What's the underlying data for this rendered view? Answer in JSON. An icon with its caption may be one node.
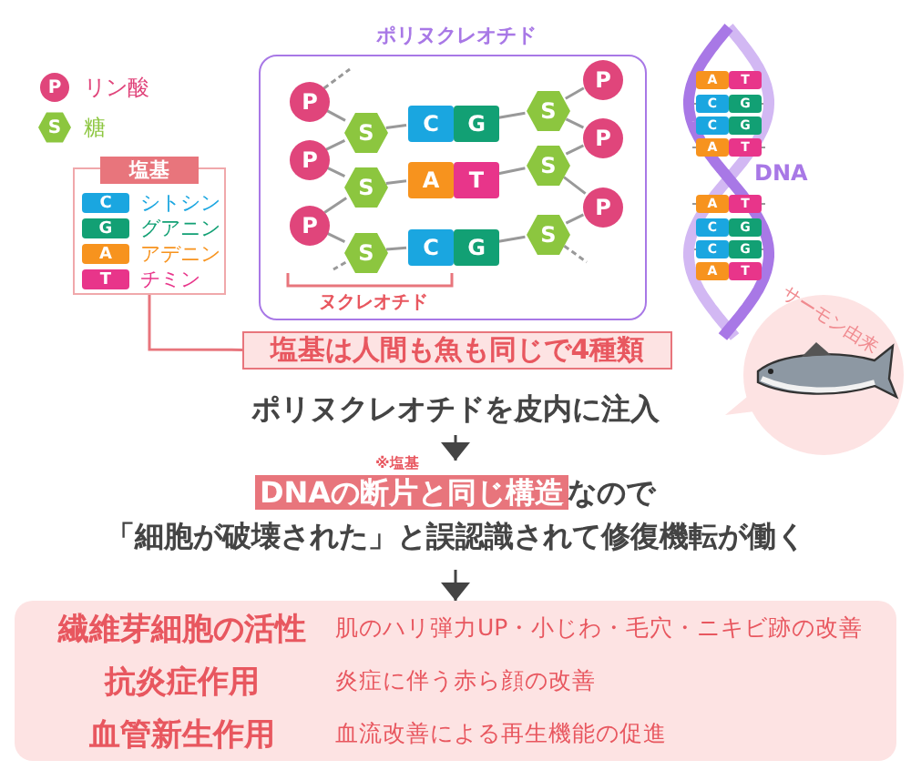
{
  "diagram": {
    "nodes": [
      {
        "text": [
          "P"
        ],
        "beside": [
          "リン酸"
        ]
      },
      {
        "text": [
          "S"
        ],
        "beside": [
          "糖"
        ]
      },
      {
        "text": [
          "塩基"
        ]
      },
      {
        "text": [
          "C"
        ],
        "in": 2,
        "beside": [
          "シトシン"
        ]
      },
      {
        "text": [
          "G"
        ],
        "in": 2,
        "beside": [
          "グアニン"
        ]
      },
      {
        "text": [
          "A"
        ],
        "in": 2,
        "beside": [
          "アデニン"
        ]
      },
      {
        "text": [
          "T"
        ],
        "in": 2,
        "beside": [
          "チミン"
        ]
      },
      {
        "text": [
          "ポリヌクレオチド"
        ]
      },
      {
        "text": [
          "P"
        ],
        "in": 7
      },
      {
        "text": [
          "S"
        ],
        "in": 7
      },
      {
        "text": [
          "C"
        ],
        "in": 7
      },
      {
        "text": [
          "G"
        ],
        "in": 7
      },
      {
        "text": [
          "S"
        ],
        "in": 7
      },
      {
        "text": [
          "P"
        ],
        "in": 7
      },
      {
        "text": [
          "P"
        ],
        "in": 7
      },
      {
        "text": [
          "S"
        ],
        "in": 7
      },
      {
        "text": [
          "A"
        ],
        "in": 7
      },
      {
        "text": [
          "T"
        ],
        "in": 7
      },
      {
        "text": [
          "S"
        ],
        "in": 7
      },
      {
        "text": [
          "P"
        ],
        "in": 7
      },
      {
        "text": [
          "P"
        ],
        "in": 7
      },
      {
        "text": [
          "S"
        ],
        "in": 7
      },
      {
        "text": [
          "C"
        ],
        "in": 7
      },
      {
        "text": [
          "G"
        ],
        "in": 7
      },
      {
        "text": [
          "S"
        ],
        "in": 7
      },
      {
        "text": [
          "P"
        ],
        "in": 7
      },
      {
        "text": [
          "塩基は人間も魚も同じで4種類"
        ]
      },
      {
        "text": [
          "サーモン由来"
        ]
      },
      {
        "text": [
          "ポリヌクレオチドを皮内に注入"
        ]
      },
      {
        "text": [
          "DNAの断片と同じ構造",
          "なので",
          "「細胞が破壊された」と誤認識されて修復機転が働く"
        ],
        "beside": [
          "※塩基"
        ]
      },
      {
        "text": [
          "繊維芽細胞の活性",
          "肌のハリ弾力UP・小じわ・毛穴・ニキビ跡の改善",
          "抗炎症作用",
          "炎症に伴う赤ら顔の改善",
          "血管新生作用",
          "血流改善による再生機能の促進"
        ]
      }
    ],
    "edges": [
      {
        "from": 8,
        "to": 9,
        "arrow": "none"
      },
      {
        "from": 9,
        "to": 14,
        "arrow": "none"
      },
      {
        "from": 14,
        "to": 15,
        "arrow": "none"
      },
      {
        "from": 15,
        "to": 20,
        "arrow": "none"
      },
      {
        "from": 20,
        "to": 21,
        "arrow": "none"
      },
      {
        "from": 9,
        "to": 10,
        "arrow": "none"
      },
      {
        "from": 15,
        "to": 16,
        "arrow": "none"
      },
      {
        "from": 21,
        "to": 22,
        "arrow": "none"
      },
      {
        "from": 11,
        "to": 12,
        "arrow": "none"
      },
      {
        "from": 17,
        "to": 18,
        "arrow": "none"
      },
      {
        "from": 23,
        "to": 24,
        "arrow": "none"
      },
      {
        "from": 13,
        "to": 12,
        "arrow": "none"
      },
      {
        "from": 12,
        "to": 19,
        "arrow": "none"
      },
      {
        "from": 19,
        "to": 18,
        "arrow": "none"
      },
      {
        "from": 18,
        "to": 25,
        "arrow": "none"
      },
      {
        "from": 25,
        "to": 24,
        "arrow": "none"
      },
      {
        "from": 8,
        "to": null,
        "arrow": "none",
        "style": "dashed"
      },
      {
        "from": 21,
        "to": null,
        "arrow": "none",
        "style": "dashed"
      },
      {
        "from": 24,
        "to": null,
        "arrow": "none",
        "style": "dashed"
      },
      {
        "from": 2,
        "to": 26,
        "arrow": "none",
        "color": "#e8757c"
      },
      {
        "from": 28,
        "to": 29,
        "arrow": "to"
      },
      {
        "from": 29,
        "to": 30,
        "arrow": "to"
      }
    ],
    "labels": [
      "A",
      "T",
      "C",
      "G",
      "C",
      "G",
      "A",
      "T",
      "DNA",
      "A",
      "T",
      "C",
      "G",
      "C",
      "G",
      "A",
      "T",
      "ヌクレオチド"
    ]
  }
}
